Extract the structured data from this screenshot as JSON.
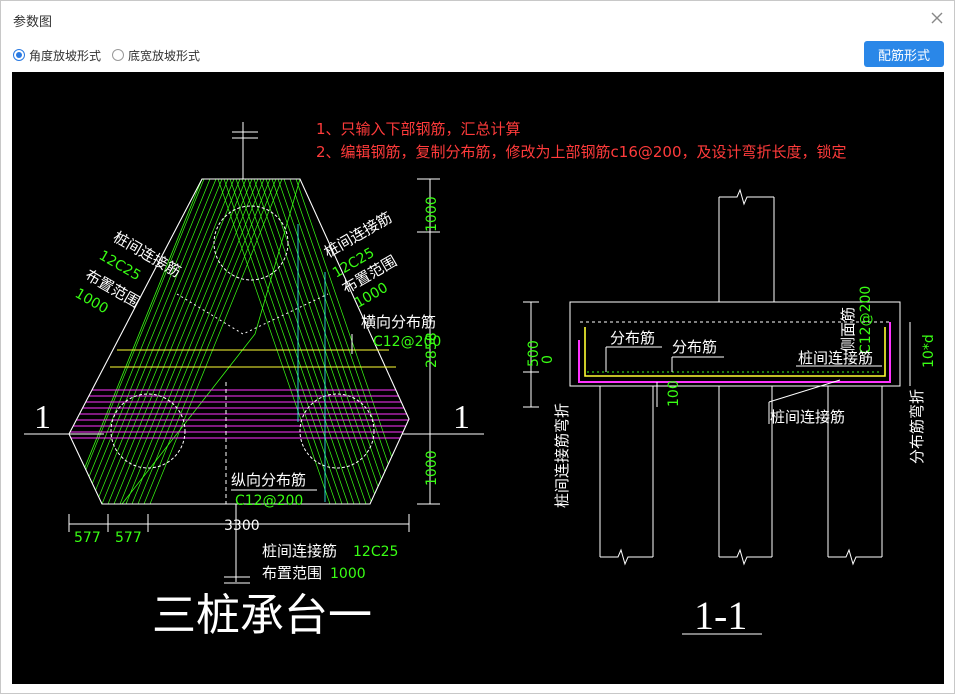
{
  "window": {
    "title": "参数图"
  },
  "options": {
    "radio1": {
      "label": "角度放坡形式",
      "checked": true
    },
    "radio2": {
      "label": "底宽放坡形式",
      "checked": false
    }
  },
  "toolbar": {
    "rebar_form_label": "配筋形式"
  },
  "colors": {
    "canvas_bg": "#000000",
    "note": "#ff3b3b",
    "green": "#39ff14",
    "magenta": "#ff33ff",
    "yellow": "#ffff33",
    "cyan": "#33ffff",
    "white": "#ffffff",
    "accent": "#2a87e8"
  },
  "drawing": {
    "notes": [
      "1、只输入下部钢筋，汇总计算",
      "2、编辑钢筋，复制分布筋，修改为上部钢筋c16@200，及设计弯折长度，锁定"
    ],
    "plan": {
      "title": "三桩承台一",
      "section_mark": "1",
      "left_tie_label": "桩间连接筋",
      "left_tie_value": "12C25",
      "left_range_label": "布置范围",
      "left_range_value": "1000",
      "right_tie_label": "桩间连接筋",
      "right_tie_value": "12C25",
      "right_range_label": "布置范围",
      "right_range_value": "1000",
      "transverse_label": "横向分布筋",
      "transverse_value": "C12@200",
      "longitudinal_label": "纵向分布筋",
      "longitudinal_value": "C12@200",
      "bottom_tie_label": "桩间连接筋",
      "bottom_tie_value": "12C25",
      "bottom_range_label": "布置范围",
      "bottom_range_value": "1000",
      "dim_top": "1000",
      "dim_mid": "2858",
      "dim_bottom": "1000",
      "dim_width": "3300",
      "dim_left1": "577",
      "dim_left2": "577"
    },
    "section": {
      "title": "1-1",
      "dist_label_1": "分布筋",
      "dist_label_2": "分布筋",
      "tie_label_top": "桩间连接筋",
      "tie_label_bottom": "桩间连接筋",
      "side_label": "侧面筋",
      "side_value": "C12@200",
      "dim_500": "500",
      "dim_0": "0",
      "dim_100": "100",
      "dim_10d": "10*d",
      "left_bend": "桩间连接筋弯折",
      "right_bend": "分布筋弯折"
    }
  }
}
